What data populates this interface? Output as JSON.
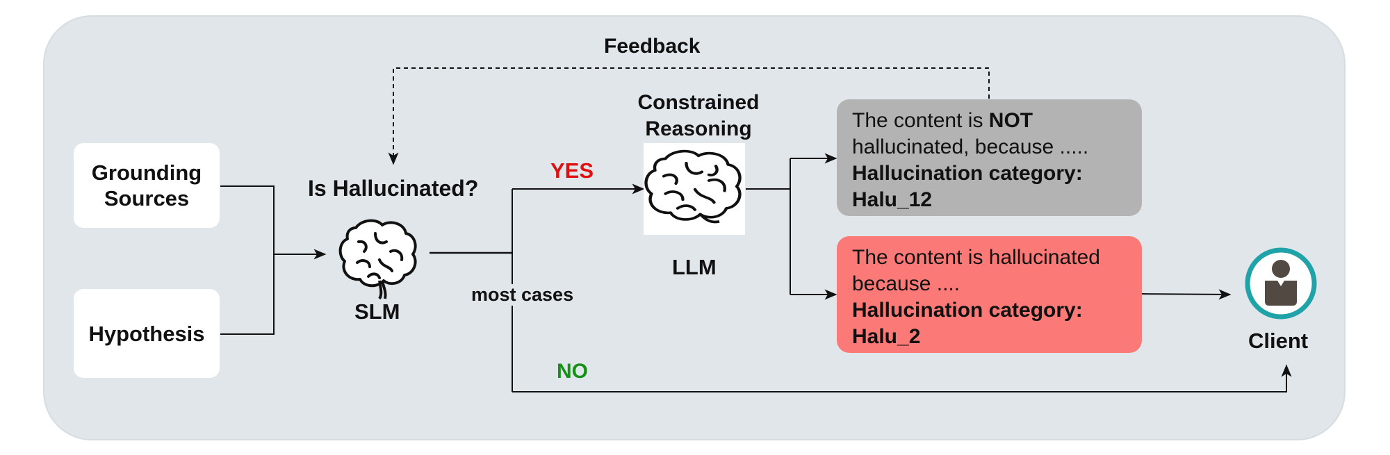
{
  "feedback_label": "Feedback",
  "inputs": {
    "grounding_sources": "Grounding Sources",
    "hypothesis": "Hypothesis"
  },
  "slm": {
    "question": "Is Hallucinated?",
    "label": "SLM"
  },
  "branches": {
    "yes": "YES",
    "no": "NO",
    "most_cases": "most cases"
  },
  "llm": {
    "title": "Constrained Reasoning",
    "label": "LLM"
  },
  "outputs": {
    "not_hallucinated": {
      "line1_prefix": "The content is ",
      "line1_bold": "NOT",
      "line2": "hallucinated, because .....",
      "category_label": "Hallucination category:",
      "category_value": "Halu_12"
    },
    "hallucinated": {
      "line1": "The content is hallucinated",
      "line2": "because ....",
      "category_label": "Hallucination category:",
      "category_value": "Halu_2"
    }
  },
  "client": {
    "label": "Client"
  },
  "colors": {
    "panel": "#e1e6ea",
    "yes": "#e01010",
    "no": "#169016",
    "not_hallucinated_card": "#b3b3b3",
    "hallucinated_card": "#fb7a77",
    "client_ring": "#1fa3a8",
    "client_person": "#514942"
  },
  "icons": [
    "brain-icon",
    "client-person-icon",
    "arrow-icon"
  ]
}
